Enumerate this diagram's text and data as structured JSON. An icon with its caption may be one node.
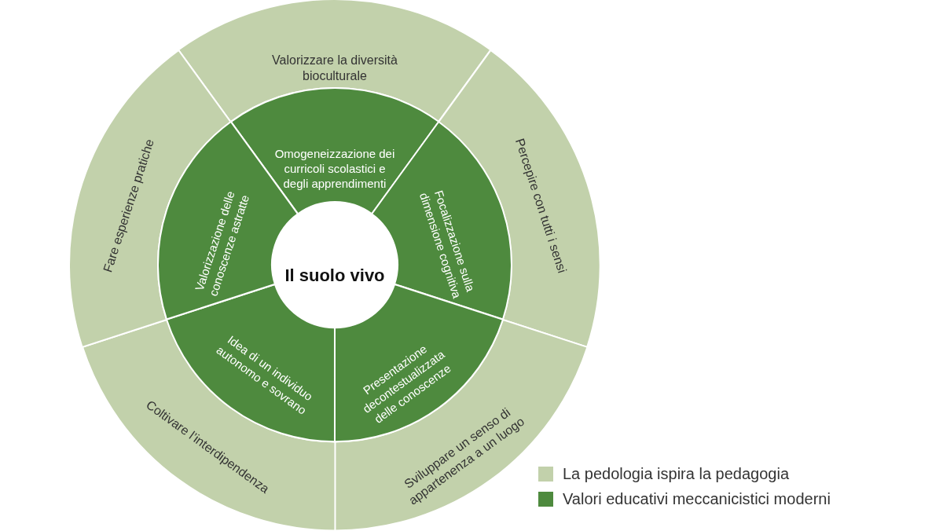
{
  "diagram": {
    "nodes": [
      {
        "text": [
          "Valorizzare la diversità bioculturale"
        ]
      },
      {
        "text": [
          "Percepire con tutti i sensi"
        ]
      },
      {
        "text": [
          "Sviluppare un senso di appartenenza a un luogo"
        ]
      },
      {
        "text": [
          "Coltivare l’interdipendenza"
        ]
      },
      {
        "text": [
          "Fare esperienze pratiche"
        ]
      },
      {
        "text": [
          "Omogeneizzazione dei curricoli scolastici e degli apprendimenti"
        ]
      },
      {
        "text": [
          "Focalizzazione sulla dimensione cognitiva"
        ]
      },
      {
        "text": [
          "Presentazione decontestualizzata delle conoscenze"
        ]
      },
      {
        "text": [
          "Idea di un individuo autonomo e sovrano"
        ]
      },
      {
        "text": [
          "Valorizzazione delle conoscenze astratte"
        ]
      },
      {
        "text": [
          "Il suolo vivo"
        ]
      }
    ],
    "legend": [
      {
        "text": "La pedologia ispira la pedagogia",
        "color": "#c2d1ab"
      },
      {
        "text": "Valori educativi meccanicistici moderni",
        "color": "#4e8a3e"
      }
    ]
  }
}
